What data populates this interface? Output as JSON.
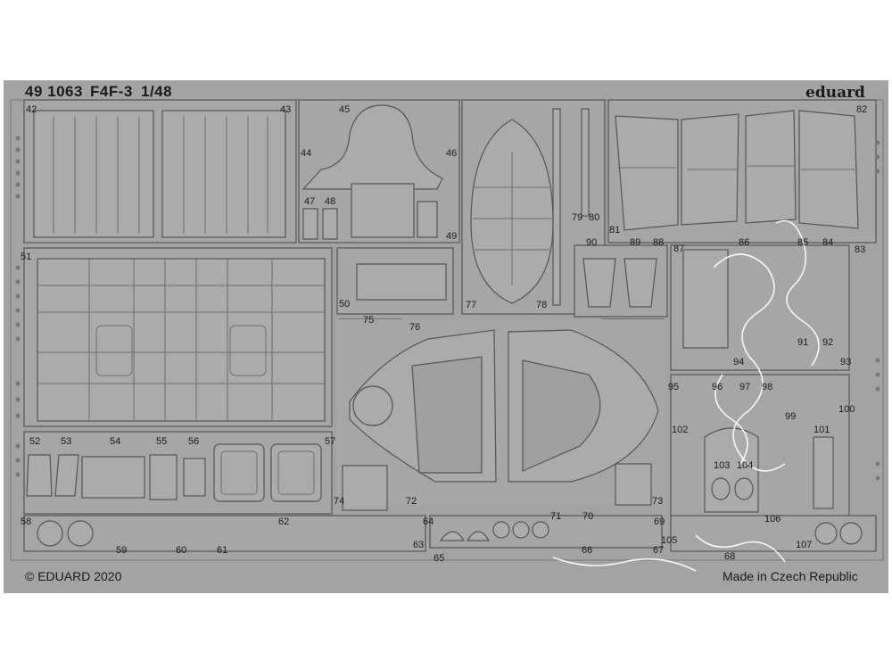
{
  "header": {
    "catalog_number": "49 1063",
    "model": "F4F-3",
    "scale": "1/48",
    "brand": "eduard"
  },
  "footer": {
    "copyright": "© EDUARD 2020",
    "origin": "Made in Czech Republic"
  },
  "part_numbers": [
    "42",
    "43",
    "44",
    "45",
    "46",
    "47",
    "48",
    "49",
    "50",
    "51",
    "52",
    "53",
    "54",
    "55",
    "56",
    "57",
    "58",
    "59",
    "60",
    "61",
    "62",
    "63",
    "64",
    "65",
    "66",
    "67",
    "68",
    "69",
    "70",
    "71",
    "72",
    "73",
    "74",
    "75",
    "76",
    "77",
    "78",
    "79",
    "80",
    "81",
    "82",
    "83",
    "84",
    "85",
    "86",
    "87",
    "88",
    "89",
    "90",
    "91",
    "92",
    "93",
    "94",
    "95",
    "96",
    "97",
    "98",
    "99",
    "100",
    "101",
    "102",
    "103",
    "104",
    "105",
    "106",
    "107"
  ],
  "colors": {
    "background": "#ffffff",
    "fret": "#a3a3a3",
    "part": "#ababab",
    "outline": "#555555",
    "detail": "#6e6e6e",
    "label": "#1a1a1a",
    "watermark": "#ffffff"
  },
  "watermark": "hand-drawn-white-scribble"
}
